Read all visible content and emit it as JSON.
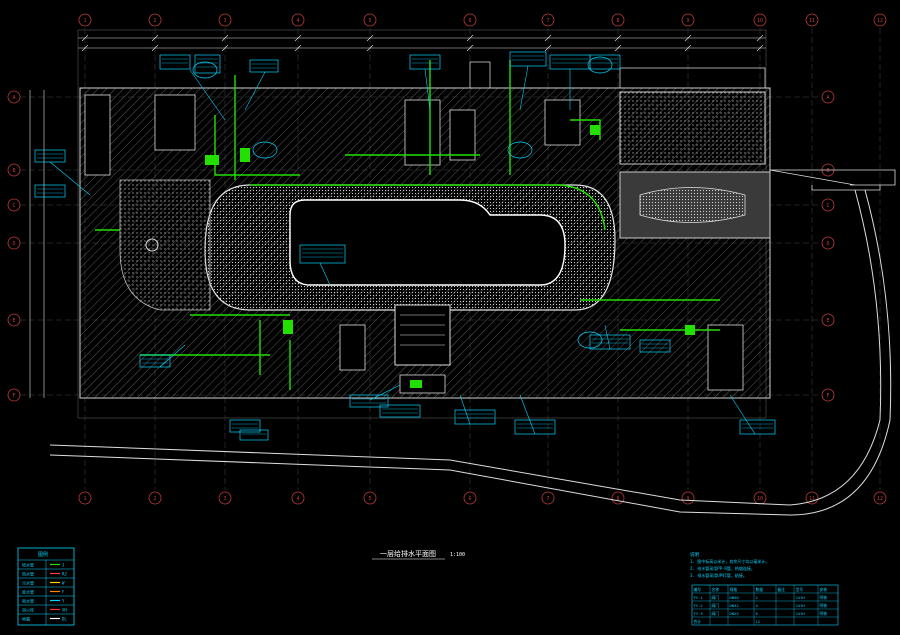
{
  "drawing": {
    "title": "一层给排水平面图",
    "scale": "1:100",
    "grid_columns": [
      "1",
      "2",
      "3",
      "4",
      "5",
      "6",
      "7",
      "8",
      "9",
      "10",
      "11",
      "12"
    ],
    "grid_rows": [
      "A",
      "B",
      "C",
      "D",
      "E",
      "F"
    ],
    "colors": {
      "background": "#000000",
      "walls": "#d9d9d9",
      "grid": "#c23b3b",
      "water_pipe": "#22e000",
      "annotation": "#00d5ff",
      "dim": "#ffffff"
    }
  },
  "legend": {
    "title": "图例",
    "rows": [
      {
        "name": "给水管",
        "symbol": "J"
      },
      {
        "name": "热水管",
        "symbol": "RJ"
      },
      {
        "name": "污水管",
        "symbol": "W"
      },
      {
        "name": "废水管",
        "symbol": "F"
      },
      {
        "name": "雨水管",
        "symbol": "Y"
      },
      {
        "name": "消火栓",
        "symbol": "XH"
      },
      {
        "name": "地漏",
        "symbol": "DL"
      }
    ]
  },
  "notes": {
    "title": "说明",
    "lines": [
      "1. 图中标高以米计，其余尺寸均以毫米计。",
      "2. 给水管采用PP-R管，热熔连接。",
      "3. 排水管采用UPVC管，粘接。"
    ],
    "table": {
      "header": [
        "编号",
        "名称",
        "规格",
        "数量",
        "备注",
        "型号",
        "安装"
      ],
      "rows": [
        [
          "FY-1",
          "阀门",
          "DN50",
          "2",
          "-",
          "J41H",
          "明装"
        ],
        [
          "FY-2",
          "阀门",
          "DN32",
          "4",
          "-",
          "J41H",
          "明装"
        ],
        [
          "FY-3",
          "阀门",
          "DN25",
          "6",
          "-",
          "J41H",
          "明装"
        ],
        [
          "合计",
          "",
          "",
          "12",
          "",
          "",
          ""
        ]
      ]
    }
  }
}
